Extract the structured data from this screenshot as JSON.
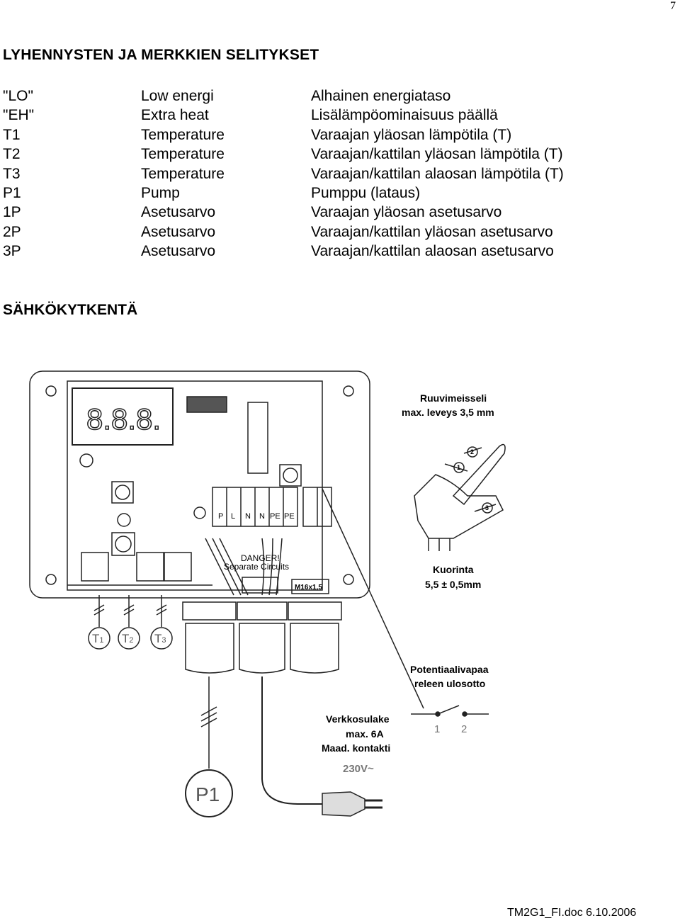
{
  "page_number": "7",
  "heading_abbreviations": "LYHENNYSTEN JA MERKKIEN SELITYKSET",
  "abbreviations": [
    {
      "code": "\"LO\"",
      "english": "Low energi",
      "finnish": "Alhainen energiataso"
    },
    {
      "code": "\"EH\"",
      "english": "Extra heat",
      "finnish": "Lisälämpöominaisuus päällä"
    },
    {
      "code": "T1",
      "english": "Temperature",
      "finnish": "Varaajan yläosan lämpötila (T)"
    },
    {
      "code": "T2",
      "english": "Temperature",
      "finnish": "Varaajan/kattilan yläosan lämpötila (T)"
    },
    {
      "code": "T3",
      "english": "Temperature",
      "finnish": "Varaajan/kattilan alaosan lämpötila (T)"
    },
    {
      "code": "P1",
      "english": "Pump",
      "finnish": "Pumppu (lataus)"
    },
    {
      "code": "1P",
      "english": "Asetusarvo",
      "finnish": "Varaajan yläosan asetusarvo"
    },
    {
      "code": "2P",
      "english": "Asetusarvo",
      "finnish": "Varaajan/kattilan yläosan asetusarvo"
    },
    {
      "code": "3P",
      "english": "Asetusarvo",
      "finnish": "Varaajan/kattilan alaosan asetusarvo"
    }
  ],
  "heading_wiring": "SÄHKÖKYTKENTÄ",
  "diagram": {
    "display": "8.8.8.",
    "terminals": [
      "P",
      "L",
      "N",
      "N",
      "PE",
      "PE"
    ],
    "danger_line1": "DANGER!",
    "danger_line2": "Separate Circuits",
    "gland": "M16x1,5",
    "screwdriver_line1": "Ruuvimeisseli",
    "screwdriver_line2": "max. leveys 3,5 mm",
    "step_labels": [
      "1",
      "2",
      "3"
    ],
    "strip_line1": "Kuorinta",
    "strip_line2": "5,5 ± 0,5mm",
    "relay_line1": "Potentiaalivapaa",
    "relay_line2": "releen ulosotto",
    "relay_contacts": [
      "1",
      "2"
    ],
    "fuse_line1": "Verkkosulake",
    "fuse_line2": "max. 6A",
    "fuse_line3": "Maad. kontakti",
    "voltage": "230V~",
    "sensors": [
      {
        "letter": "T",
        "index": "1"
      },
      {
        "letter": "T",
        "index": "2"
      },
      {
        "letter": "T",
        "index": "3"
      }
    ],
    "pump": "P1"
  },
  "footer": "TM2G1_FI.doc 6.10.2006"
}
